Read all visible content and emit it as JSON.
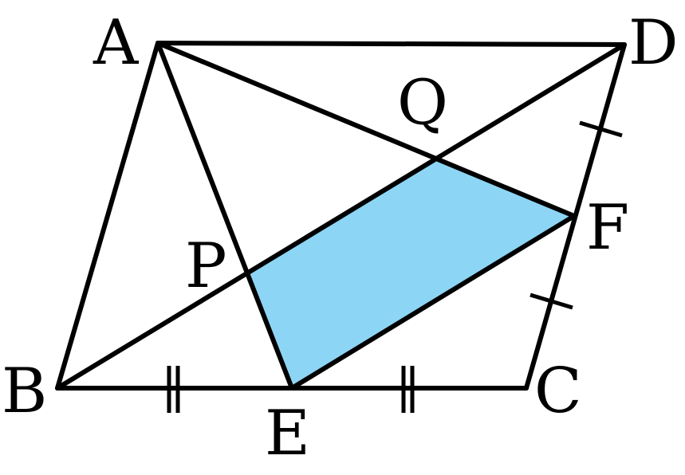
{
  "colors": {
    "stroke": "#000000",
    "shaded_fill": "#8dd5f5",
    "background": "#ffffff"
  },
  "labels": {
    "A": "A",
    "B": "B",
    "C": "C",
    "D": "D",
    "E": "E",
    "F": "F",
    "P": "P",
    "Q": "Q"
  }
}
